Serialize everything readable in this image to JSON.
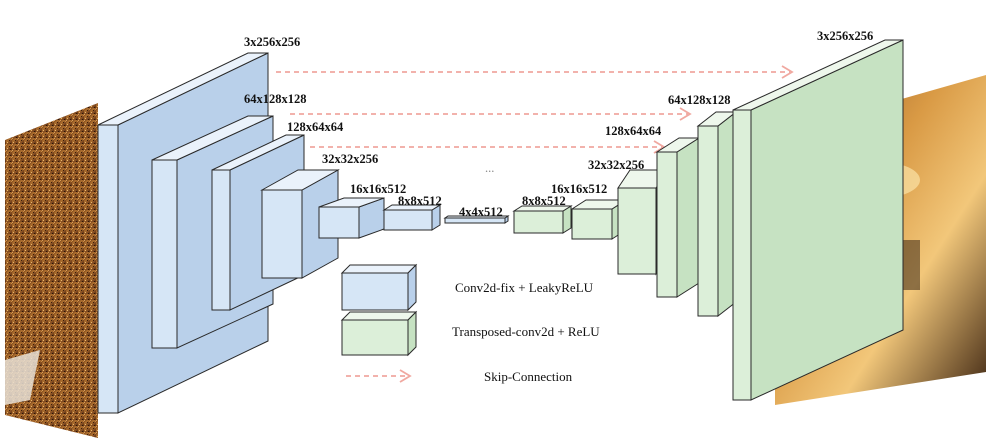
{
  "encoder": {
    "labels": [
      "3x256x256",
      "64x128x128",
      "128x64x64",
      "32x32x256",
      "16x16x512",
      "8x8x512"
    ]
  },
  "bottleneck": {
    "label": "4x4x512"
  },
  "decoder": {
    "labels": [
      "8x8x512",
      "16x16x512",
      "32x32x256",
      "128x64x64",
      "64x128x128",
      "3x256x256"
    ]
  },
  "ellipsis": "...",
  "legend": {
    "conv": "Conv2d-fix + LeakyReLU",
    "deconv": "Transposed-conv2d + ReLU",
    "skip": "Skip-Connection"
  },
  "images": {
    "input": "noisy-input-image",
    "output": "denoised-output-image"
  },
  "colors": {
    "encoder": "#d6e6f6",
    "decoder": "#dcefd9",
    "skip": "#f0a8a0"
  }
}
